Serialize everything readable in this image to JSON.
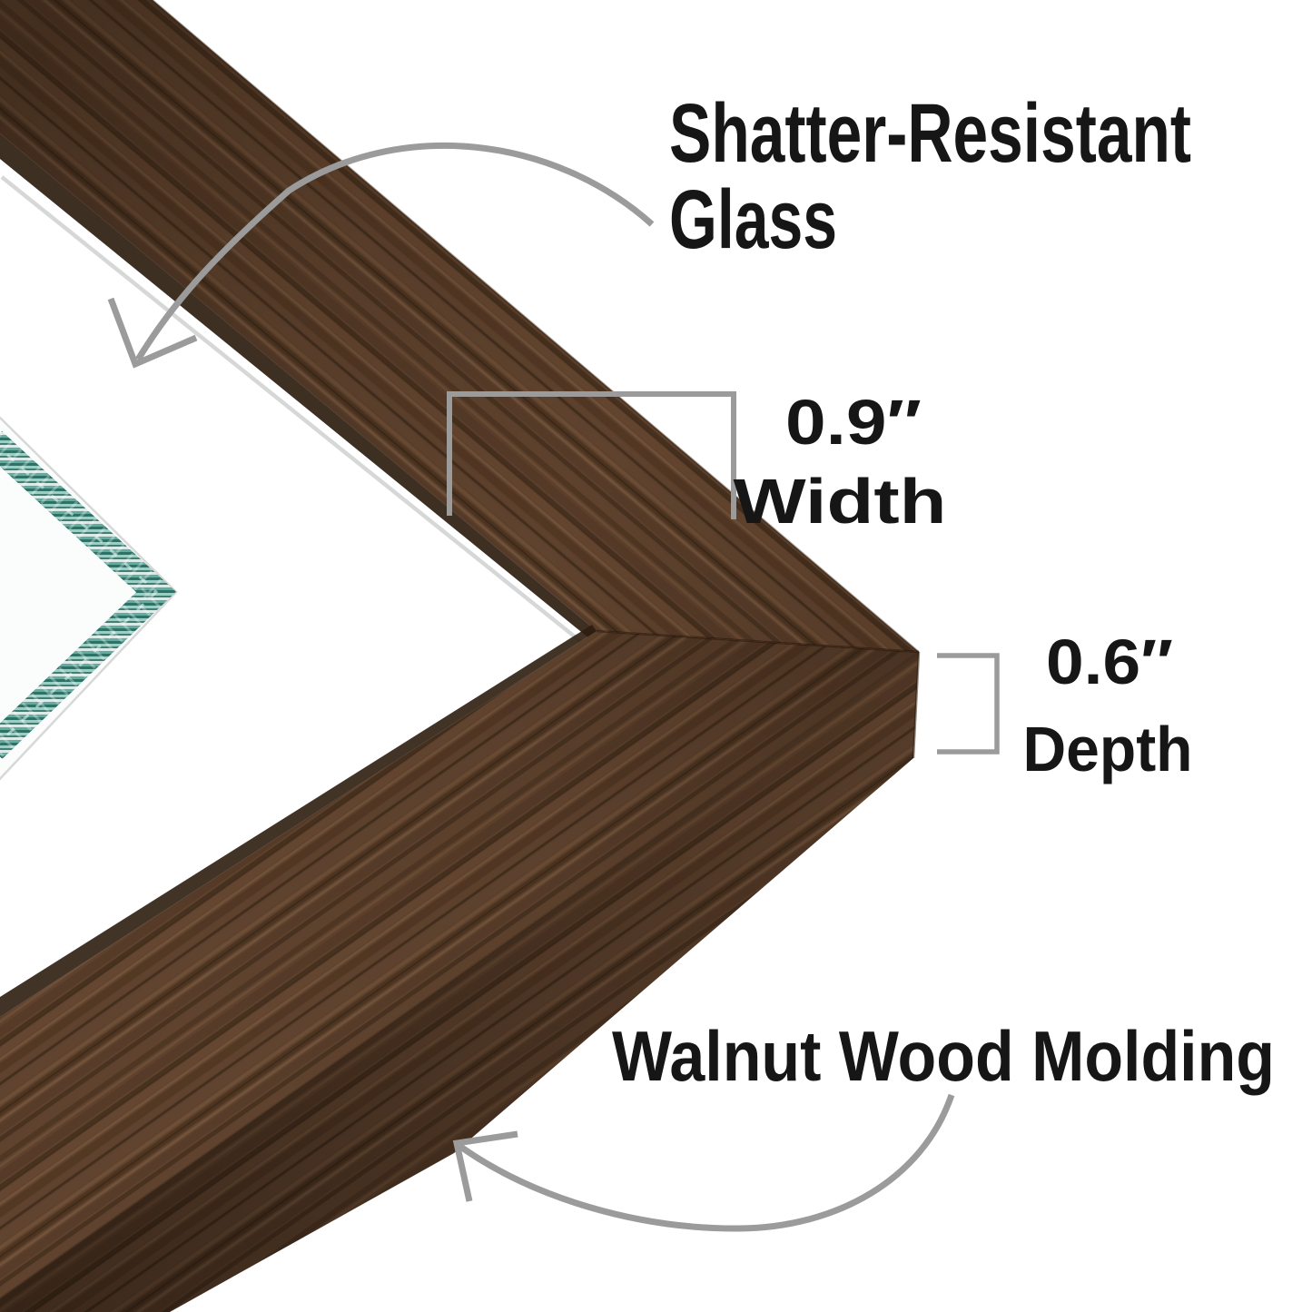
{
  "page": {
    "background": "#ffffff"
  },
  "annotations": {
    "glass": {
      "line1": "Shatter-Resistant",
      "line2": "Glass"
    },
    "width": {
      "value": "0.9″",
      "label": "Width"
    },
    "depth": {
      "value": "0.6″",
      "label": "Depth"
    },
    "molding": {
      "label": "Walnut Wood Molding"
    }
  },
  "colors": {
    "text": "#161616",
    "annotation_gray": "#9b9b9b",
    "wood_base": "#5c402c",
    "wood_shadow": "#3f2b1b",
    "bevel_edge": "#2e1d10",
    "certificate_teal": "#4e9a8e",
    "paper_edge": "#d7d9d9",
    "glass_edge": "#c8cbca"
  }
}
